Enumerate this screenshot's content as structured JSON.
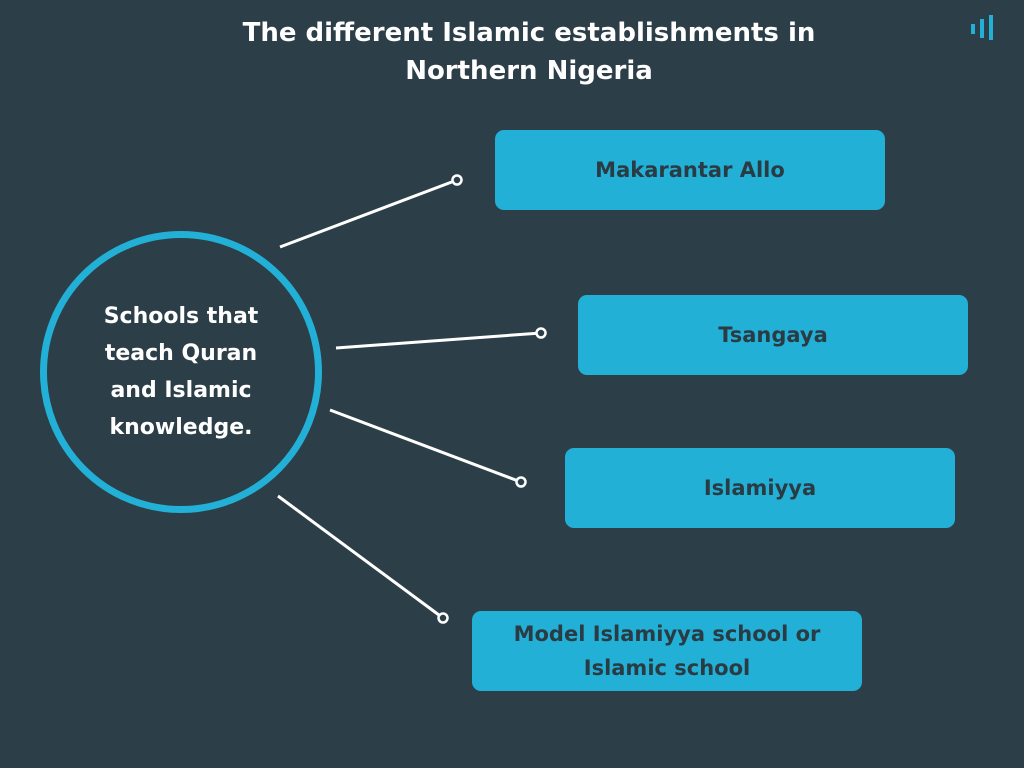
{
  "title": "The different Islamic establishments in\nNorthern Nigeria",
  "hub": {
    "label": "Schools that\nteach Quran\nand Islamic\nknowledge."
  },
  "branches": [
    {
      "label": "Makarantar Allo"
    },
    {
      "label": "Tsangaya"
    },
    {
      "label": "Islamiyya"
    },
    {
      "label": "Model Islamiyya school or Islamic school"
    }
  ],
  "colors": {
    "background": "#2c3e47",
    "accent": "#22b0d6",
    "box_text": "#2a3b44",
    "line": "#ffffff"
  },
  "logo_icon": "bar-chart-icon"
}
